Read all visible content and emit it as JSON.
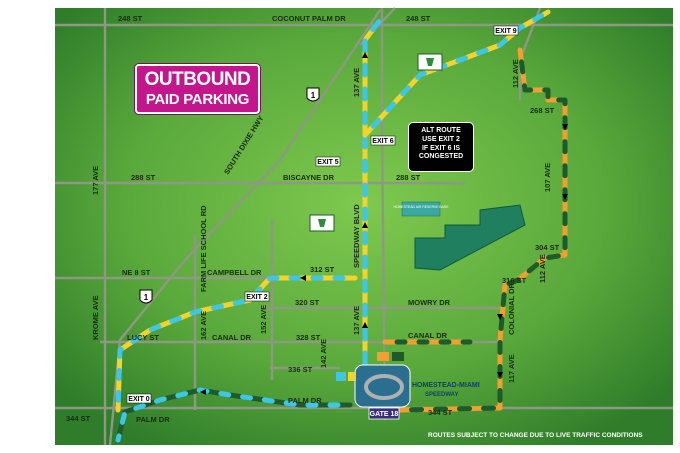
{
  "title": {
    "line1": "OUTBOUND",
    "line2": "PAID PARKING"
  },
  "alt_route": {
    "line1": "ALT ROUTE",
    "line2": "USE EXIT 2",
    "line3": "IF EXIT 6 IS",
    "line4": "CONGESTED"
  },
  "notice": "ROUTES SUBJECT TO CHANGE DUE TO LIVE TRAFFIC CONDITIONS",
  "roads": {
    "st_248_left": "248 ST",
    "st_248_right": "248 ST",
    "coconut_palm": "COCONUT PALM DR",
    "st_268": "268 ST",
    "st_288_left": "288 ST",
    "st_288_right": "288 ST",
    "biscayne": "BISCAYNE DR",
    "ne_8_st": "NE 8 ST",
    "campbell": "CAMPBELL DR",
    "st_312": "312 ST",
    "st_320": "320 ST",
    "mowry": "MOWRY DR",
    "st_304": "304 ST",
    "st_316": "316 ST",
    "lucy": "LUCY ST",
    "canal_left": "CANAL DR",
    "st_328": "328 ST",
    "canal_right": "CANAL DR",
    "st_336": "336 ST",
    "palm_dr": "PALM DR",
    "palm_dr_left": "PALM DR",
    "st_344_left": "344 ST",
    "st_344_right": "344 ST",
    "ave_177": "177 AVE",
    "krome": "KROME AVE",
    "south_dixie": "SOUTH DIXIE HWY",
    "farm_life": "FARM LIFE SCHOOL RD",
    "ave_162": "162 AVE",
    "ave_152": "152 AVE",
    "ave_142": "142 AVE",
    "speedway": "SPEEDWAY BLVD",
    "ave_137_top": "137 AVE",
    "ave_137_bottom": "137 AVE",
    "ave_112_top": "112 AVE",
    "ave_112_mid": "112 AVE",
    "ave_107": "107 AVE",
    "colonial": "COLONIAL DR",
    "ave_117": "117 AVE"
  },
  "exits": {
    "exit9": "EXIT 9",
    "exit6": "EXIT 6",
    "exit5": "EXIT 5",
    "exit2": "EXIT 2",
    "exit0": "EXIT 0"
  },
  "highway_shield": "1",
  "gate": "GATE 18",
  "venue": {
    "line1": "HOMESTEAD-MIAMI",
    "line2": "SPEEDWAY"
  },
  "reserve_label": "HOMESTEAD AIR RESERVE BASE",
  "colors": {
    "background": "#5aa93c",
    "road": "#8d9a80",
    "route_teal": "#3dc6e8",
    "route_yellow": "#f4d32a",
    "route_dark": "#1e5a2a",
    "route_orange": "#f0a030",
    "title": "#c4168c",
    "airbase": "#1f7f5f"
  }
}
